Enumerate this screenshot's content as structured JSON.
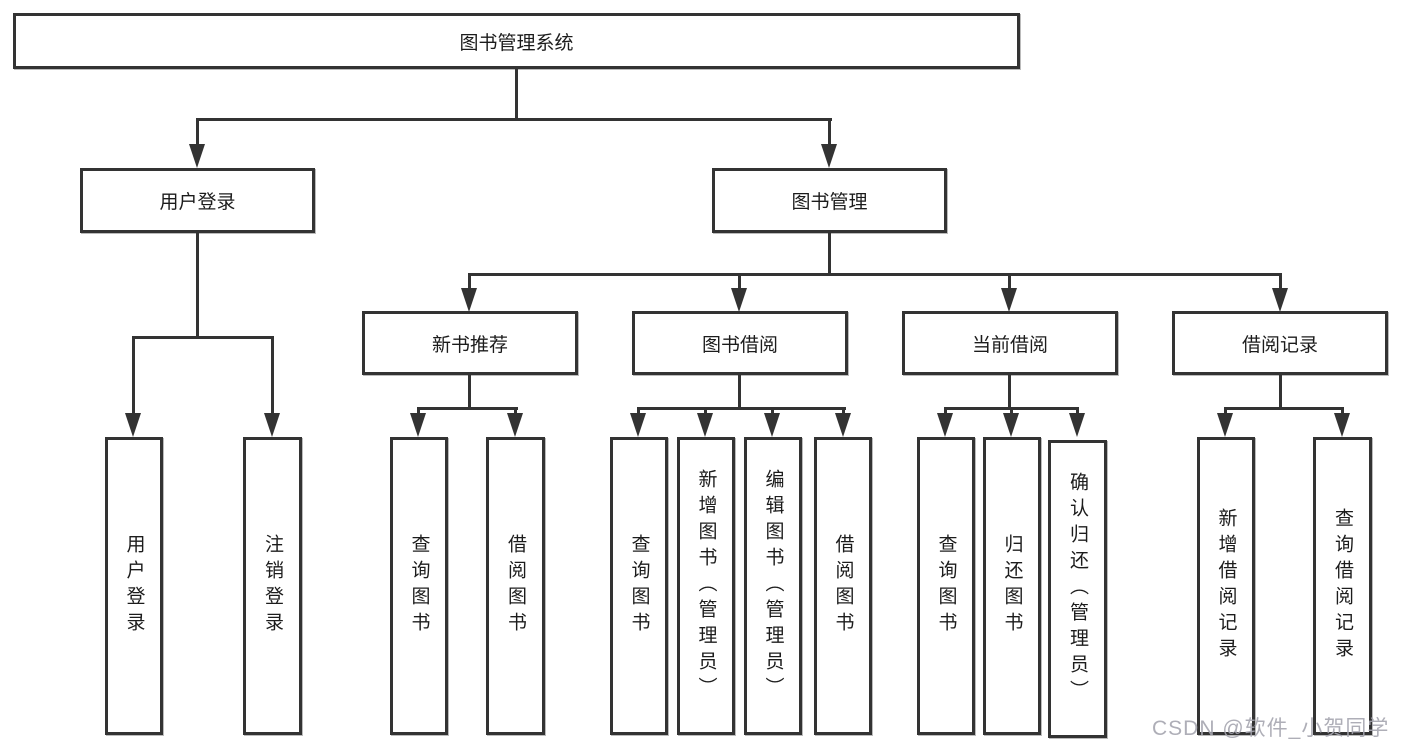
{
  "diagram": {
    "title_node": {
      "label": "图书管理系统"
    },
    "level2": [
      {
        "label": "用户登录"
      },
      {
        "label": "图书管理"
      }
    ],
    "level3": [
      {
        "label": "新书推荐"
      },
      {
        "label": "图书借阅"
      },
      {
        "label": "当前借阅"
      },
      {
        "label": "借阅记录"
      }
    ],
    "leaves": {
      "login": [
        {
          "label": "用户登录"
        },
        {
          "label": "注销登录"
        }
      ],
      "newbook": [
        {
          "label": "查询图书"
        },
        {
          "label": "借阅图书"
        }
      ],
      "borrow": [
        {
          "label": "查询图书"
        },
        {
          "label": "新增图书（管理员）"
        },
        {
          "label": "编辑图书（管理员）"
        },
        {
          "label": "借阅图书"
        }
      ],
      "current": [
        {
          "label": "查询图书"
        },
        {
          "label": "归还图书"
        },
        {
          "label": "确认归还（管理员）"
        }
      ],
      "records": [
        {
          "label": "新增借阅记录"
        },
        {
          "label": "查询借阅记录"
        }
      ]
    },
    "colors": {
      "line": "#333333",
      "border": "#333333",
      "text": "#1c1c1c",
      "watermark": "#a5a5af"
    },
    "watermark": "CSDN @软件_小贺同学"
  }
}
